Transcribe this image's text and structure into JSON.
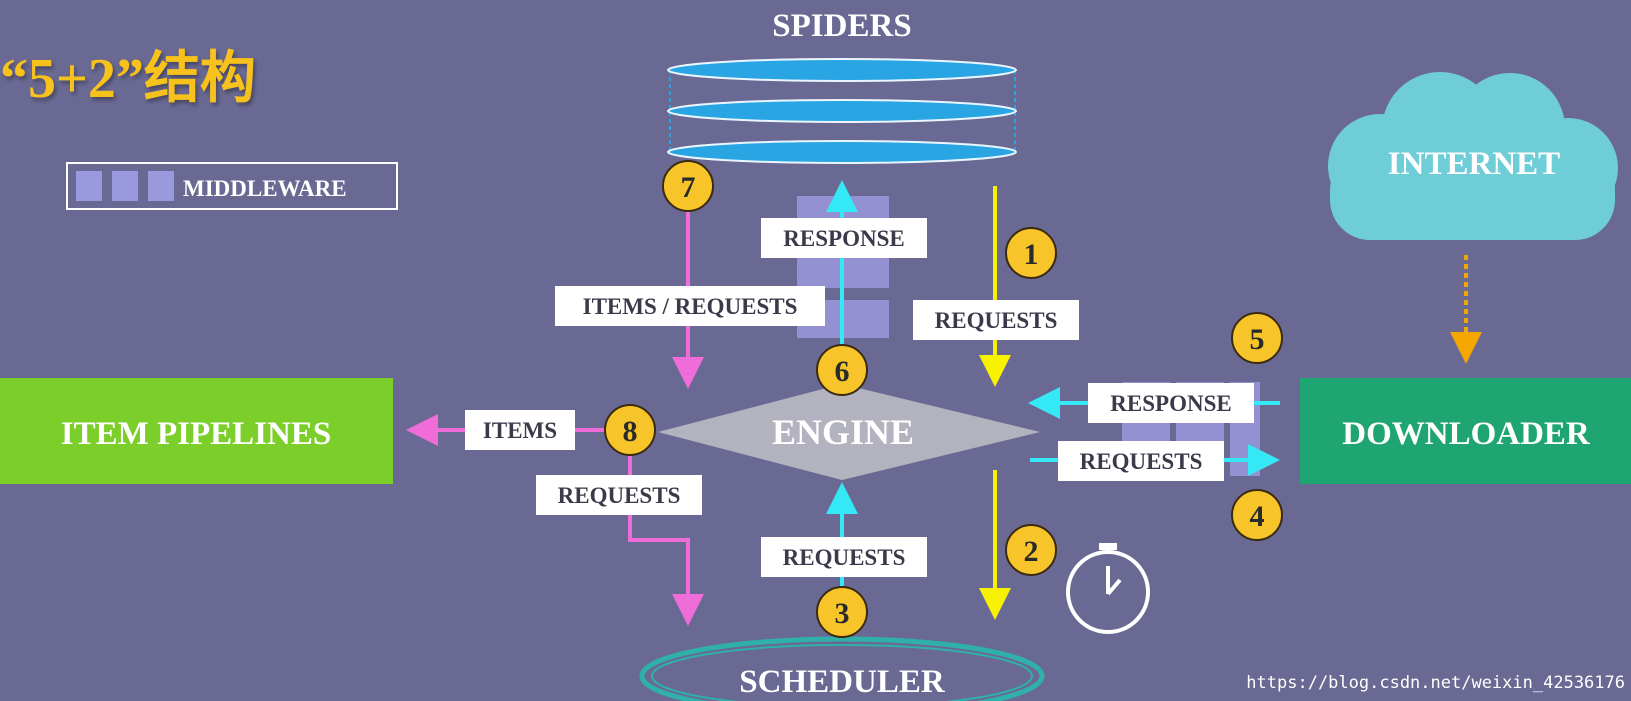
{
  "title": "“5+2”结构",
  "legend": {
    "label": "MIDDLEWARE"
  },
  "nodes": {
    "spiders": "SPIDERS",
    "engine": "ENGINE",
    "scheduler": "SCHEDULER",
    "item_pipelines": "ITEM PIPELINES",
    "downloader": "DOWNLOADER",
    "internet": "INTERNET"
  },
  "edge_labels": {
    "response_spider": "RESPONSE",
    "items_requests": "ITEMS / REQUESTS",
    "requests_spider": "REQUESTS",
    "response_downloader": "RESPONSE",
    "requests_downloader": "REQUESTS",
    "items": "ITEMS",
    "requests_pipeline": "REQUESTS",
    "requests_scheduler": "REQUESTS"
  },
  "steps": [
    "1",
    "2",
    "3",
    "4",
    "5",
    "6",
    "7",
    "8"
  ],
  "colors": {
    "background": "#6a6993",
    "title": "#f7c21a",
    "spider_disc": "#2aa5e3",
    "engine": "#b3b2bf",
    "pipelines": "#7ccf2a",
    "downloader": "#1fa572",
    "internet": "#6ecdd7",
    "badge": "#f7c52a",
    "arrow_yellow": "#f7f200",
    "arrow_cyan": "#35e8f6",
    "arrow_pink": "#f06cd9",
    "arrow_orange": "#f4a700",
    "middleware": "#9a99dd",
    "scheduler_ring": "#2fb0a8"
  },
  "watermark": "https://blog.csdn.net/weixin_42536176"
}
